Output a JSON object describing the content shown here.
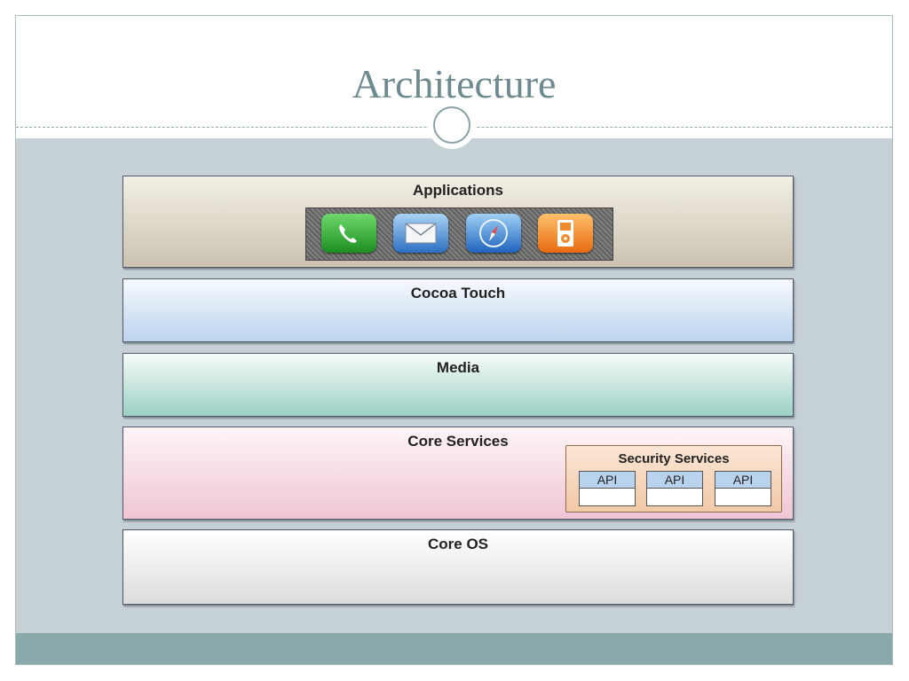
{
  "slide": {
    "title": "Architecture"
  },
  "layers": {
    "applications": {
      "label": "Applications",
      "icons": [
        "phone-icon",
        "mail-icon",
        "safari-icon",
        "ipod-icon"
      ]
    },
    "cocoa_touch": {
      "label": "Cocoa Touch"
    },
    "media": {
      "label": "Media"
    },
    "core_services": {
      "label": "Core Services",
      "security": {
        "label": "Security Services",
        "apis": [
          "API",
          "API",
          "API"
        ]
      }
    },
    "core_os": {
      "label": "Core OS"
    }
  },
  "colors": {
    "title": "#6c8a90",
    "content_background": "#c6d1d6",
    "footer_bar": "#8aa9aa"
  }
}
